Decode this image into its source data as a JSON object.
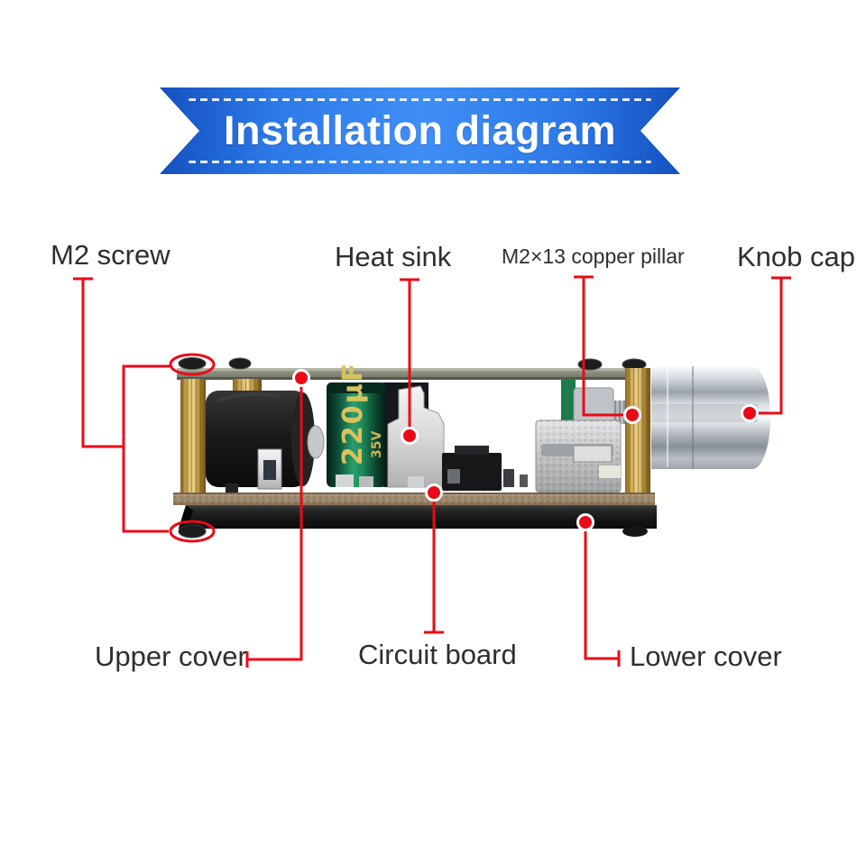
{
  "banner": {
    "title": "Installation diagram"
  },
  "callouts": {
    "m2_screw": {
      "label": "M2 screw"
    },
    "heat_sink": {
      "label": "Heat sink"
    },
    "copper_pillar": {
      "label": "M2×13 copper pillar"
    },
    "knob_cap": {
      "label": "Knob cap"
    },
    "upper_cover": {
      "label": "Upper cover"
    },
    "circuit_board": {
      "label": "Circuit board"
    },
    "lower_cover": {
      "label": "Lower cover"
    }
  },
  "board_markings": {
    "capacitor_value": "220µF",
    "capacitor_voltage": "35V"
  },
  "colors": {
    "callout_red": "#ea0a17",
    "banner_blue_dark": "#1450c0",
    "banner_blue_light": "#3f8ef5",
    "label_text": "#2e2e2e",
    "copper_brass": "#d2ae58",
    "capacitor_green": "#1d8a59",
    "upper_cover_gray": "#868877",
    "pcb_tan": "#a08a6a"
  }
}
